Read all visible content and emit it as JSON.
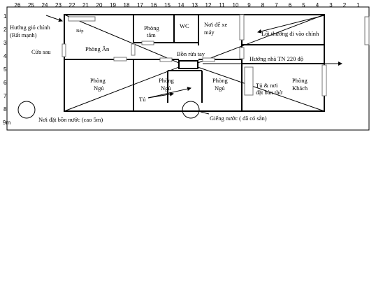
{
  "top_axis": [
    "26",
    "25",
    "24",
    "23",
    "22",
    "21",
    "20",
    "19",
    "18",
    "17",
    "16",
    "15",
    "14",
    "13",
    "12",
    "11",
    "10",
    "9",
    "8",
    "7",
    "6",
    "5",
    "4",
    "3",
    "2",
    "1"
  ],
  "left_axis": [
    "1",
    "2",
    "3",
    "4",
    "5",
    "6",
    "7",
    "8",
    "9m"
  ],
  "labels": {
    "wind_line1": "Hướng gió chính",
    "wind_line2": "(Rất mạnh)",
    "bep": "Bếp",
    "cua_sau": "Cửa sau",
    "phong_an": "Phòng Ăn",
    "phong_tam_1": "Phòng",
    "phong_tam_2": "tắm",
    "wc": "WC",
    "xe_may_1": "Nơi để xe",
    "xe_may_2": "máy",
    "loi_vao": "Lối thường đi vào chính",
    "bon_rua_tay": "Bồn rửa tay",
    "huong_nha": "Hướng nhà TN 220 độ",
    "phong_ngu_a_1": "Phòng",
    "phong_ngu_a_2": "Ngủ",
    "phong_ngu_b_1": "Phòng",
    "phong_ngu_b_2": "Ngủ",
    "phong_ngu_c_1": "Phòng",
    "phong_ngu_c_2": "Ngủ",
    "tu_ban_tho_1": "Tủ & nơi",
    "tu_ban_tho_2": "đặt bàn thờ",
    "phong_khach_1": "Phòng",
    "phong_khach_2": "Khách",
    "tu": "Tủ",
    "bon_nuoc": "Nơi đặt bồn nước (cao 5m)",
    "gieng_nuoc": "Giếng nước ( đã có sẵn)"
  }
}
